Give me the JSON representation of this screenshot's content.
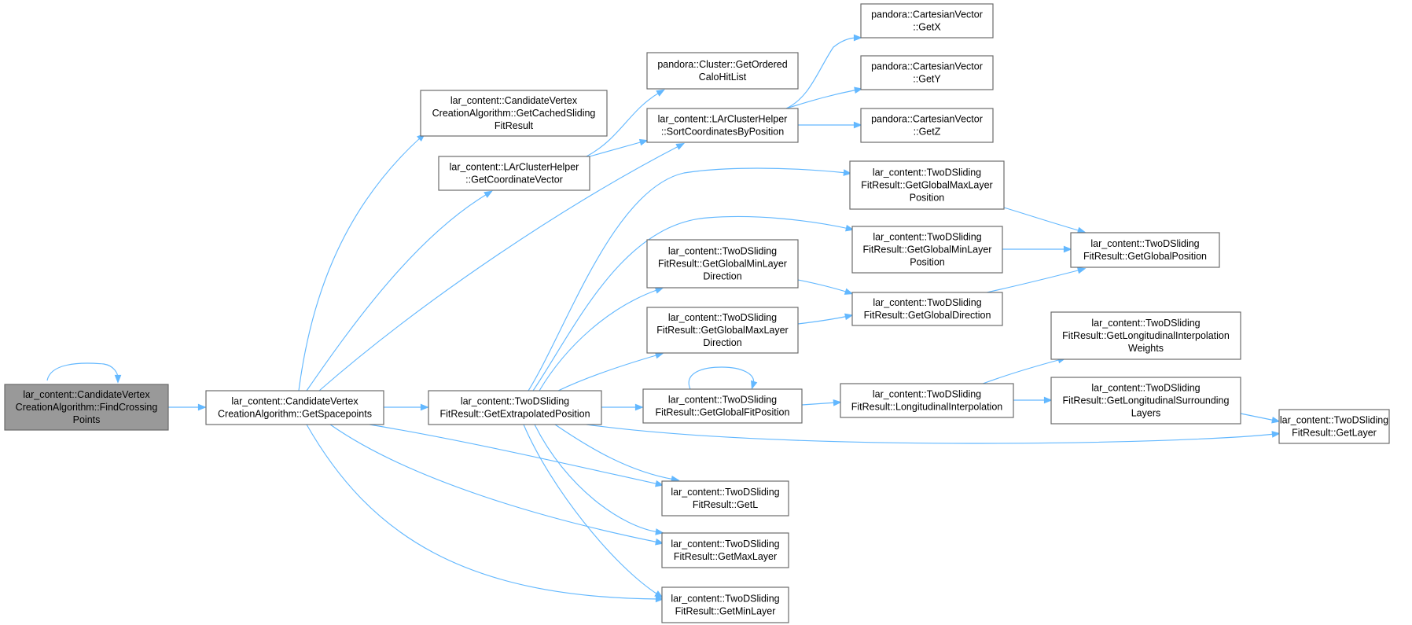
{
  "graph": {
    "nodes": [
      {
        "id": "root",
        "kind": "root",
        "label": [
          "lar_content::CandidateVertex",
          "CreationAlgorithm::FindCrossing",
          "Points"
        ]
      },
      {
        "id": "getSpacepoints",
        "label": [
          "lar_content::CandidateVertex",
          "CreationAlgorithm::GetSpacepoints"
        ]
      },
      {
        "id": "getCachedSlidingFitResult",
        "label": [
          "lar_content::CandidateVertex",
          "CreationAlgorithm::GetCachedSliding",
          "FitResult"
        ]
      },
      {
        "id": "getCoordinateVector",
        "label": [
          "lar_content::LArClusterHelper",
          "::GetCoordinateVector"
        ]
      },
      {
        "id": "getExtrapolatedPosition",
        "label": [
          "lar_content::TwoDSliding",
          "FitResult::GetExtrapolatedPosition"
        ]
      },
      {
        "id": "getOrderedCaloHitList",
        "label": [
          "pandora::Cluster::GetOrdered",
          "CaloHitList"
        ]
      },
      {
        "id": "sortCoordinatesByPosition",
        "label": [
          "lar_content::LArClusterHelper",
          "::SortCoordinatesByPosition"
        ]
      },
      {
        "id": "getGlobalMinLayerDirection",
        "label": [
          "lar_content::TwoDSliding",
          "FitResult::GetGlobalMinLayer",
          "Direction"
        ]
      },
      {
        "id": "getGlobalMaxLayerDirection",
        "label": [
          "lar_content::TwoDSliding",
          "FitResult::GetGlobalMaxLayer",
          "Direction"
        ]
      },
      {
        "id": "getGlobalFitPosition",
        "label": [
          "lar_content::TwoDSliding",
          "FitResult::GetGlobalFitPosition"
        ]
      },
      {
        "id": "getL",
        "label": [
          "lar_content::TwoDSliding",
          "FitResult::GetL"
        ]
      },
      {
        "id": "getMaxLayer",
        "label": [
          "lar_content::TwoDSliding",
          "FitResult::GetMaxLayer"
        ]
      },
      {
        "id": "getMinLayer",
        "label": [
          "lar_content::TwoDSliding",
          "FitResult::GetMinLayer"
        ]
      },
      {
        "id": "getX",
        "label": [
          "pandora::CartesianVector",
          "::GetX"
        ]
      },
      {
        "id": "getY",
        "label": [
          "pandora::CartesianVector",
          "::GetY"
        ]
      },
      {
        "id": "getZ",
        "label": [
          "pandora::CartesianVector",
          "::GetZ"
        ]
      },
      {
        "id": "getGlobalMaxLayerPosition",
        "label": [
          "lar_content::TwoDSliding",
          "FitResult::GetGlobalMaxLayer",
          "Position"
        ]
      },
      {
        "id": "getGlobalMinLayerPosition",
        "label": [
          "lar_content::TwoDSliding",
          "FitResult::GetGlobalMinLayer",
          "Position"
        ]
      },
      {
        "id": "getGlobalDirection",
        "label": [
          "lar_content::TwoDSliding",
          "FitResult::GetGlobalDirection"
        ]
      },
      {
        "id": "longitudinalInterpolation",
        "label": [
          "lar_content::TwoDSliding",
          "FitResult::LongitudinalInterpolation"
        ]
      },
      {
        "id": "getGlobalPosition",
        "label": [
          "lar_content::TwoDSliding",
          "FitResult::GetGlobalPosition"
        ]
      },
      {
        "id": "getLongitudinalInterpolationWeights",
        "label": [
          "lar_content::TwoDSliding",
          "FitResult::GetLongitudinalInterpolation",
          "Weights"
        ]
      },
      {
        "id": "getLongitudinalSurroundingLayers",
        "label": [
          "lar_content::TwoDSliding",
          "FitResult::GetLongitudinalSurrounding",
          "Layers"
        ]
      },
      {
        "id": "getLayer",
        "label": [
          "lar_content::TwoDSliding",
          "FitResult::GetLayer"
        ]
      }
    ],
    "edges": [
      {
        "from": "root",
        "to": "root"
      },
      {
        "from": "root",
        "to": "getSpacepoints"
      },
      {
        "from": "getSpacepoints",
        "to": "getCachedSlidingFitResult"
      },
      {
        "from": "getSpacepoints",
        "to": "getCoordinateVector"
      },
      {
        "from": "getSpacepoints",
        "to": "sortCoordinatesByPosition"
      },
      {
        "from": "getSpacepoints",
        "to": "getExtrapolatedPosition"
      },
      {
        "from": "getSpacepoints",
        "to": "getL"
      },
      {
        "from": "getSpacepoints",
        "to": "getMaxLayer"
      },
      {
        "from": "getSpacepoints",
        "to": "getMinLayer"
      },
      {
        "from": "getCoordinateVector",
        "to": "getOrderedCaloHitList"
      },
      {
        "from": "getCoordinateVector",
        "to": "sortCoordinatesByPosition"
      },
      {
        "from": "sortCoordinatesByPosition",
        "to": "getX"
      },
      {
        "from": "sortCoordinatesByPosition",
        "to": "getY"
      },
      {
        "from": "sortCoordinatesByPosition",
        "to": "getZ"
      },
      {
        "from": "getExtrapolatedPosition",
        "to": "getGlobalMaxLayerPosition"
      },
      {
        "from": "getExtrapolatedPosition",
        "to": "getGlobalMinLayerPosition"
      },
      {
        "from": "getExtrapolatedPosition",
        "to": "getGlobalMinLayerDirection"
      },
      {
        "from": "getExtrapolatedPosition",
        "to": "getGlobalMaxLayerDirection"
      },
      {
        "from": "getExtrapolatedPosition",
        "to": "getGlobalFitPosition"
      },
      {
        "from": "getExtrapolatedPosition",
        "to": "getLayer"
      },
      {
        "from": "getExtrapolatedPosition",
        "to": "getL"
      },
      {
        "from": "getExtrapolatedPosition",
        "to": "getMaxLayer"
      },
      {
        "from": "getExtrapolatedPosition",
        "to": "getMinLayer"
      },
      {
        "from": "getGlobalMaxLayerPosition",
        "to": "getGlobalPosition"
      },
      {
        "from": "getGlobalMinLayerPosition",
        "to": "getGlobalPosition"
      },
      {
        "from": "getGlobalMinLayerDirection",
        "to": "getGlobalDirection"
      },
      {
        "from": "getGlobalMaxLayerDirection",
        "to": "getGlobalDirection"
      },
      {
        "from": "getGlobalDirection",
        "to": "getGlobalPosition"
      },
      {
        "from": "getGlobalFitPosition",
        "to": "getGlobalFitPosition"
      },
      {
        "from": "getGlobalFitPosition",
        "to": "longitudinalInterpolation"
      },
      {
        "from": "longitudinalInterpolation",
        "to": "getLongitudinalInterpolationWeights"
      },
      {
        "from": "longitudinalInterpolation",
        "to": "getLongitudinalSurroundingLayers"
      },
      {
        "from": "getLongitudinalSurroundingLayers",
        "to": "getLayer"
      }
    ]
  },
  "colors": {
    "edge": "#63b8ff",
    "node_border": "#666666",
    "root_fill": "#999999",
    "node_fill": "#ffffff"
  }
}
